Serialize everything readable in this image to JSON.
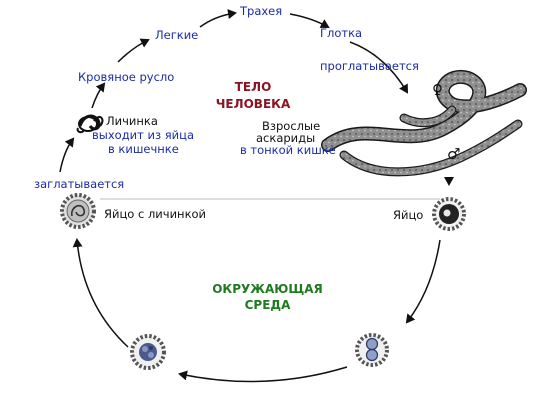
{
  "cycle_stages": {
    "trachea": "Трахея",
    "lungs": "Легкие",
    "pharynx": "Глотка",
    "bloodstream": "Кровяное русло",
    "swallowed": "проглатывается",
    "larva": "Личинка",
    "larva_emerges_1": "выходит из яйца",
    "larva_emerges_2": "в кишечнке",
    "adults_1": "Взрослые",
    "adults_2": "аскариды",
    "adults_location": "в тонкой кишке",
    "ingested": "заглатывается",
    "egg_with_larva": "Яйцо с личинкой",
    "egg": "Яйцо"
  },
  "zones": {
    "human_body_1": "ТЕЛО",
    "human_body_2": "ЧЕЛОВЕКА",
    "environment_1": "ОКРУЖАЮЩАЯ",
    "environment_2": "СРЕДА"
  },
  "symbols": {
    "female": "♀",
    "male": "♂"
  },
  "colors": {
    "stage_text": "#1a2ca8",
    "label_text": "#111111",
    "human_zone": "#8a1422",
    "environment_zone": "#1f7a20",
    "worm_body": "#9a9a9a"
  }
}
